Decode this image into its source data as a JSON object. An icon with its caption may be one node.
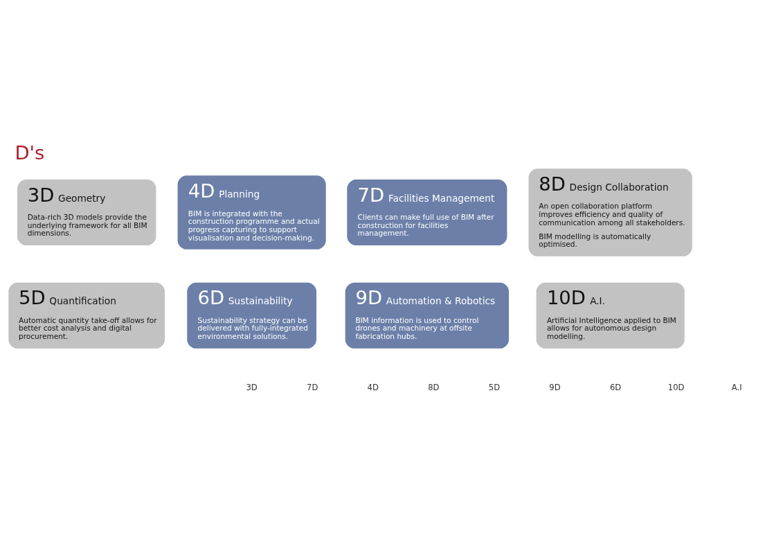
{
  "diagram": {
    "title": "D's",
    "nodes": [
      {
        "text": [
          "3D",
          "Geometry",
          "Data-rich 3D models provide the underlying framework for all BIM dimensions."
        ]
      },
      {
        "text": [
          "4D",
          "Planning",
          "BIM is integrated with the construction programme and actual progress capturing to support visualisation and decision-making."
        ]
      },
      {
        "text": [
          "5D",
          "Quantification",
          "Automatic quantity take-off allows for better cost analysis and digital procurement."
        ]
      },
      {
        "text": [
          "6D",
          "Sustainability",
          "Sustainability strategy can be delivered with fully-integrated environmental solutions."
        ]
      },
      {
        "text": [
          "7D",
          "Facilities Management",
          "Clients can make full use of BIM after construction for facilities management."
        ]
      },
      {
        "text": [
          "8D",
          "Design Collaboration",
          "An open collaboration platform improves efficiency and quality of communication among all stakeholders.",
          "BIM modelling is automatically optimised."
        ]
      },
      {
        "text": [
          "9D",
          "Automation & Robotics",
          "BIM information is used to control drones and machinery at offsite fabrication hubs."
        ]
      },
      {
        "text": [
          "10D",
          "A.I.",
          "Artificial Intelligence applied to BIM allows for autonomous design modelling."
        ]
      }
    ],
    "edges": [],
    "labels": [
      "3D",
      "7D",
      "4D",
      "8D",
      "5D",
      "9D",
      "6D",
      "10D",
      "A.I"
    ]
  }
}
